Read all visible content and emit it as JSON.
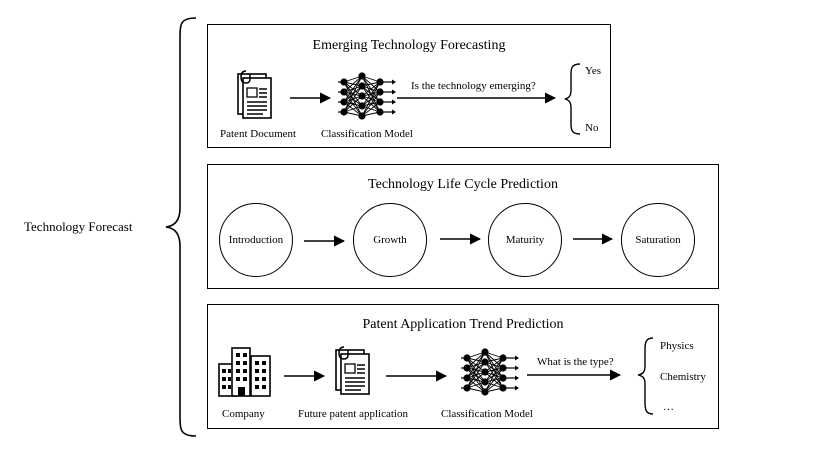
{
  "root_label": "Technology Forecast",
  "panels": [
    {
      "title": "Emerging Technology Forecasting",
      "input_label": "Patent Document",
      "model_label": "Classification Model",
      "question": "Is the technology emerging?",
      "outcomes": [
        "Yes",
        "No"
      ]
    },
    {
      "title": "Technology Life Cycle Prediction",
      "stages": [
        "Introduction",
        "Growth",
        "Maturity",
        "Saturation"
      ]
    },
    {
      "title": "Patent Application Trend Prediction",
      "source_label": "Company",
      "input_label": "Future patent application",
      "model_label": "Classification Model",
      "question": "What is the type?",
      "outcomes": [
        "Physics",
        "Chemistry",
        "…"
      ]
    }
  ],
  "icons": {
    "document": "patent-document-icon",
    "network": "neural-network-icon",
    "buildings": "company-buildings-icon"
  }
}
